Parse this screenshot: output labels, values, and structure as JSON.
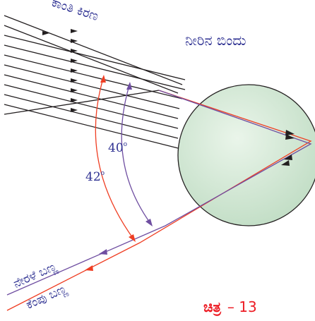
{
  "diagram": {
    "label_light_rays": "ಕಾಂತಿ ಕಿರಣ",
    "label_water_drop": "ನೀರಿನ ಬಿಂದು",
    "angle_violet": "40",
    "angle_red": "42",
    "degree_symbol": "o",
    "label_violet": "ನೇರಳೆ ಬಣ್ಣ",
    "label_red": "ಕೆಂಪು ಬಣ್ಣ",
    "figure_word": "ಚಿತ್ರ",
    "figure_number": "– 13",
    "colors": {
      "incoming_ray": "#231f20",
      "red_ray": "#ef3e23",
      "violet_ray": "#6f4ea1",
      "drop_fill": "#d6ebd8",
      "label_blue": "#2e3192",
      "caption_red": "#ed1c24"
    }
  }
}
